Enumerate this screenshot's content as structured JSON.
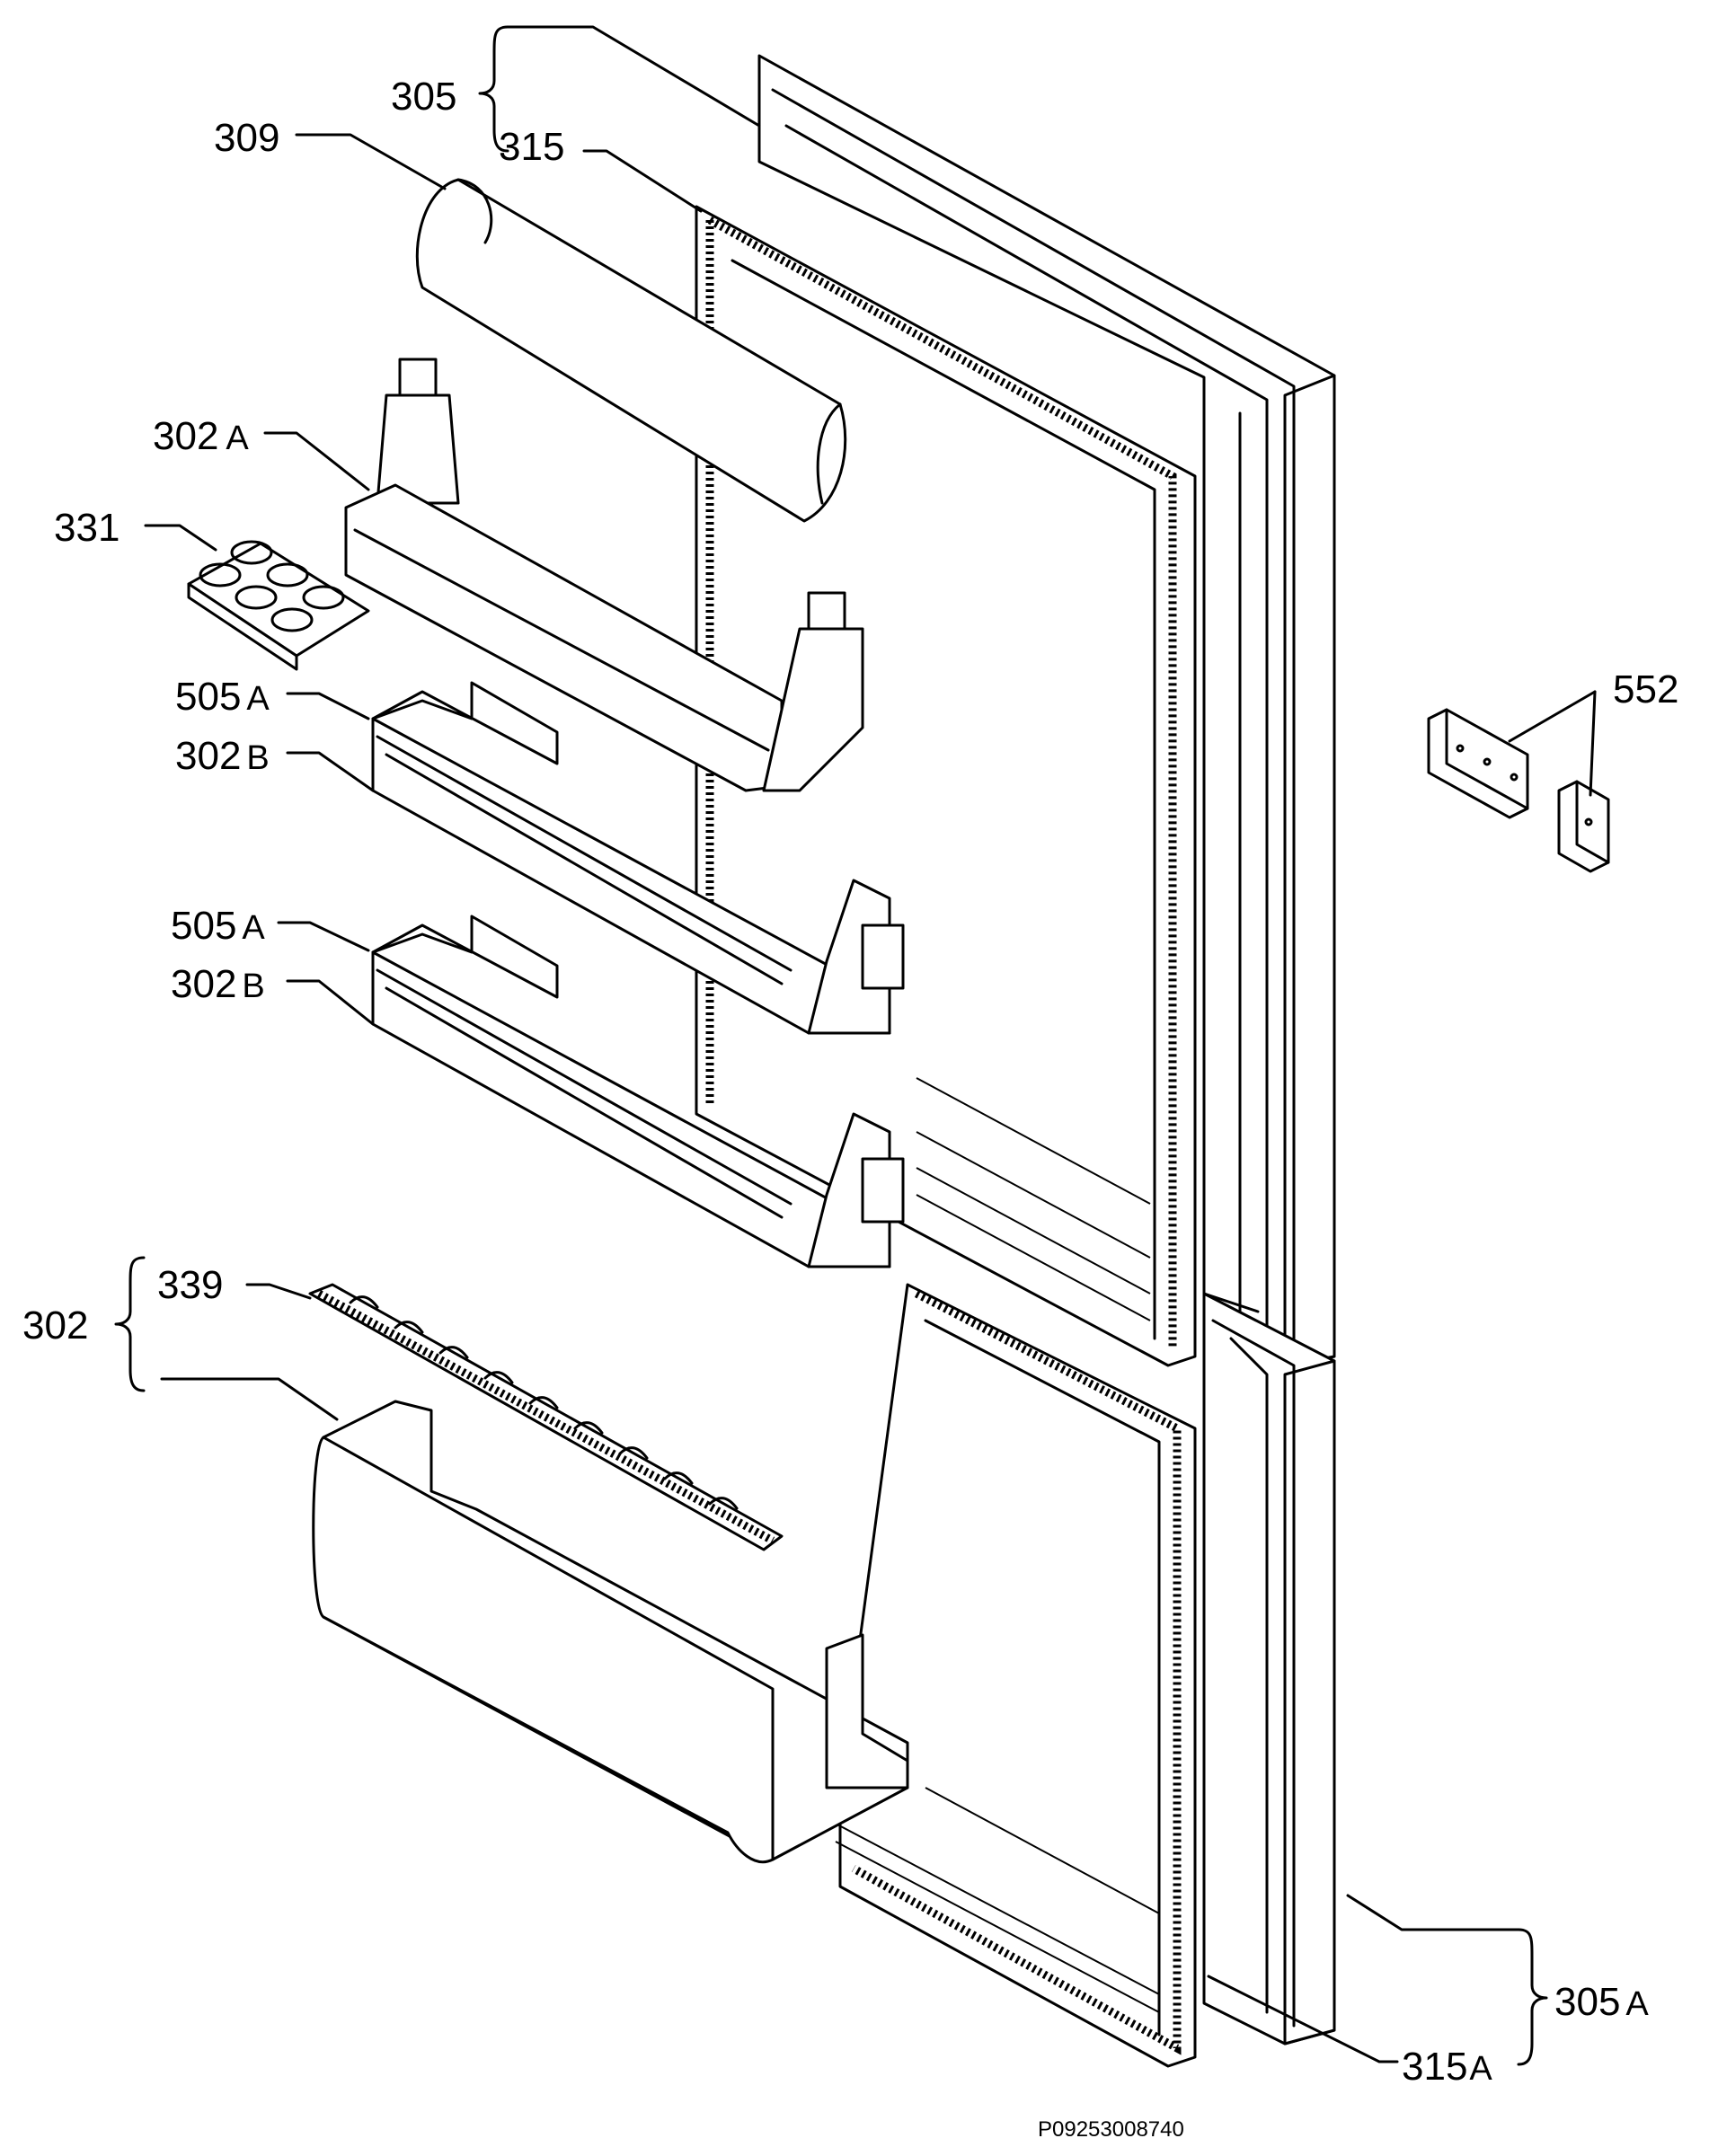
{
  "labels": {
    "l305": {
      "num": "305",
      "suffix": ""
    },
    "l315": {
      "num": "315",
      "suffix": ""
    },
    "l309": {
      "num": "309",
      "suffix": ""
    },
    "l302A": {
      "num": "302",
      "suffix": "A"
    },
    "l331": {
      "num": "331",
      "suffix": ""
    },
    "l505A1": {
      "num": "505",
      "suffix": "A"
    },
    "l302B1": {
      "num": "302",
      "suffix": "B"
    },
    "l505A2": {
      "num": "505",
      "suffix": "A"
    },
    "l302B2": {
      "num": "302",
      "suffix": "B"
    },
    "l339": {
      "num": "339",
      "suffix": ""
    },
    "l302": {
      "num": "302",
      "suffix": ""
    },
    "l552": {
      "num": "552",
      "suffix": ""
    },
    "l305A": {
      "num": "305",
      "suffix": "A"
    },
    "l315A": {
      "num": "315",
      "suffix": "A"
    }
  },
  "drawing_code": "P09253008740"
}
